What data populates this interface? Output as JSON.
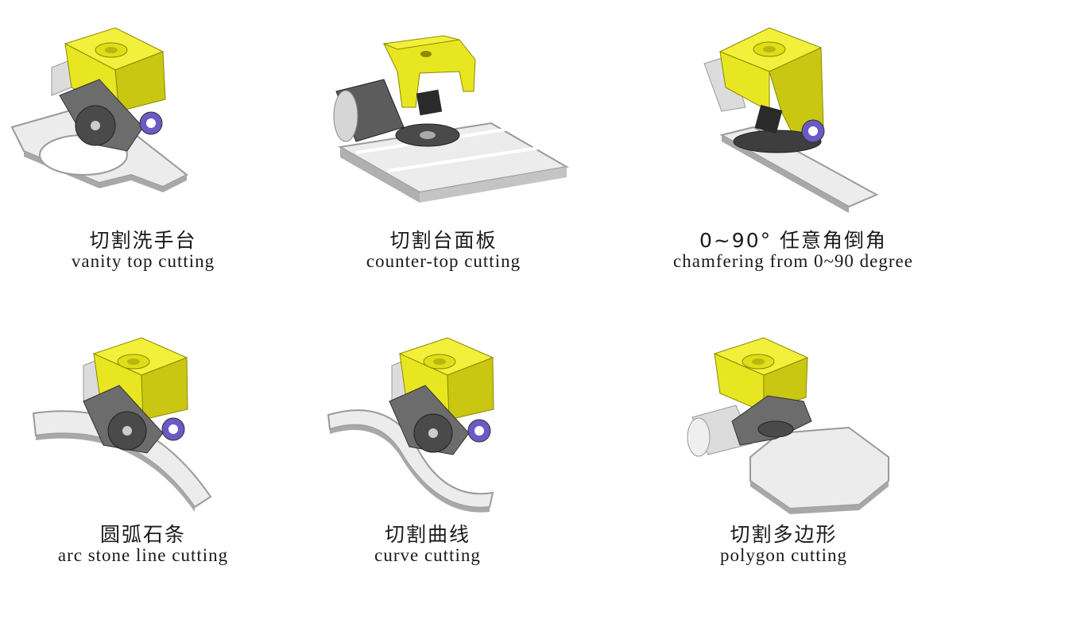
{
  "items": [
    {
      "zh": "切割洗手台",
      "en": "vanity top cutting",
      "icon": "vanity-top-cutting-machine"
    },
    {
      "zh": "切割台面板",
      "en": "counter-top cutting",
      "icon": "counter-top-cutting-machine"
    },
    {
      "zh": "0~90°  任意角倒角",
      "en": "chamfering from 0~90 degree",
      "icon": "chamfer-cutting-machine"
    },
    {
      "zh": "圆弧石条",
      "en": "arc stone line cutting",
      "icon": "arc-stone-cutting-machine"
    },
    {
      "zh": "切割曲线",
      "en": "curve cutting",
      "icon": "curve-cutting-machine"
    },
    {
      "zh": "切割多边形",
      "en": "polygon cutting",
      "icon": "polygon-cutting-machine"
    }
  ],
  "colors": {
    "head": "#e8e620",
    "head_dark": "#b9b70f",
    "blade": "#5c5c5c",
    "marble": "#ececec",
    "marble_edge": "#9a9a9a",
    "motor": "#d4d4d4",
    "flange": "#6a5ac8"
  }
}
